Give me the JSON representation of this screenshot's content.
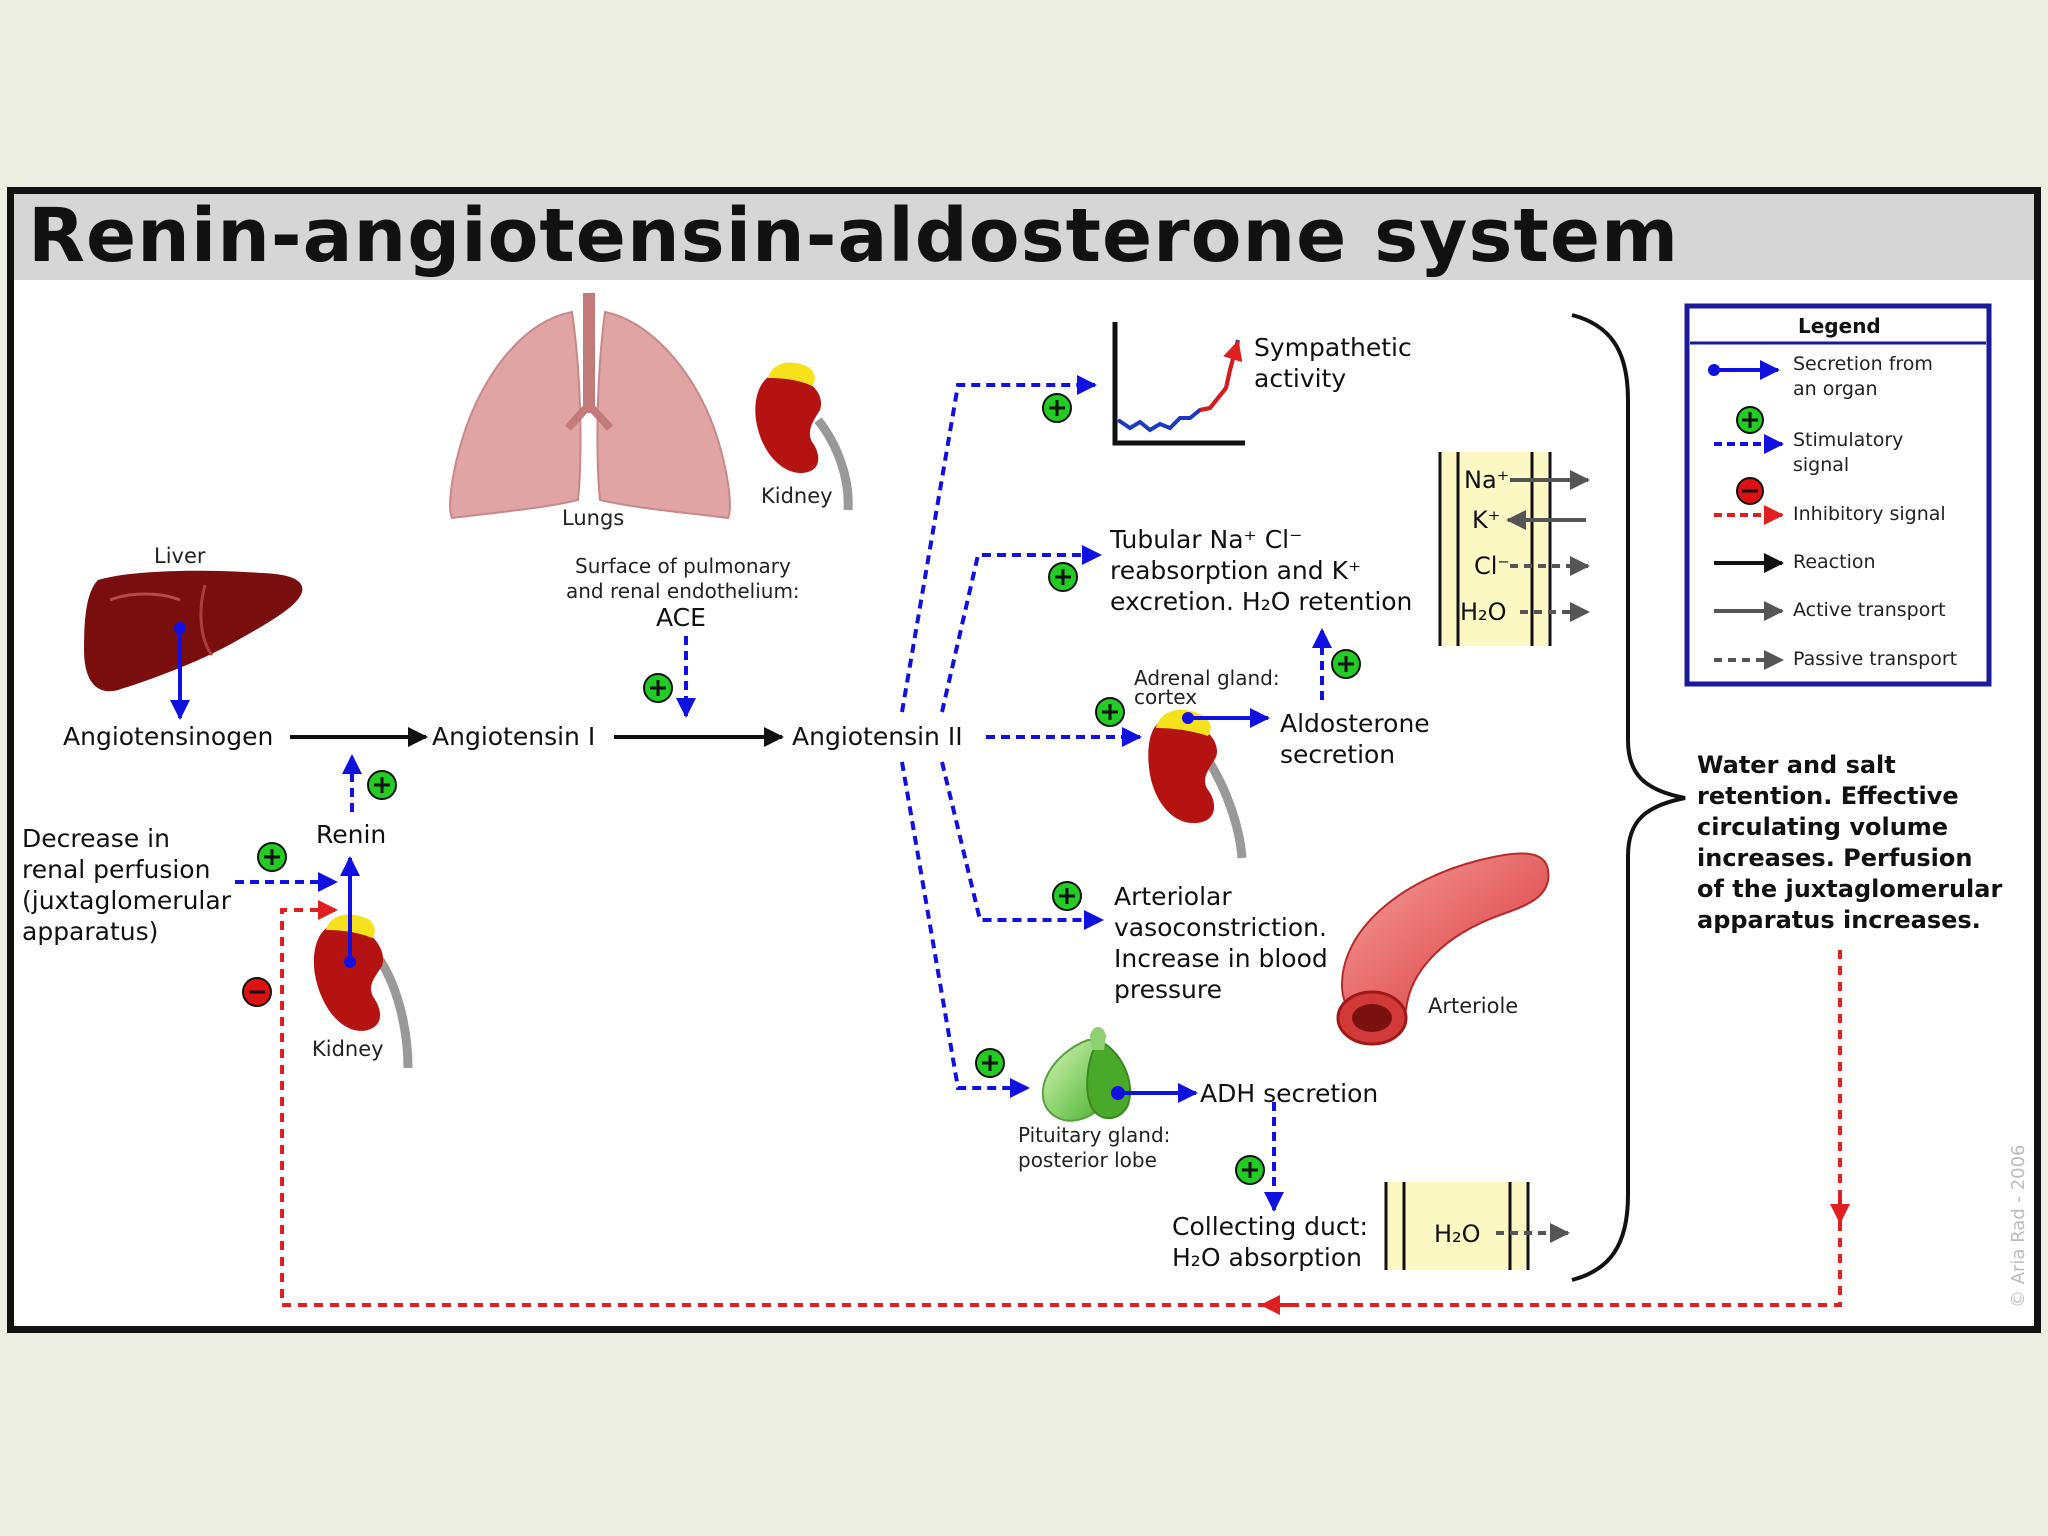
{
  "title": "Renin-angiotensin-aldosterone system",
  "organs": {
    "lungs": "Lungs",
    "kidney_top": "Kidney",
    "liver": "Liver",
    "kidney_bottom": "Kidney",
    "arteriole": "Arteriole"
  },
  "ace_source": {
    "line1": "Surface of pulmonary",
    "line2": "and renal endothelium:",
    "enzyme": "ACE"
  },
  "pathway": {
    "angiotensinogen": "Angiotensinogen",
    "angiotensin_1": "Angiotensin I",
    "angiotensin_2": "Angiotensin II",
    "renin": "Renin"
  },
  "trigger": {
    "line1": "Decrease in",
    "line2": "renal perfusion",
    "line3": "(juxtaglomerular",
    "line4": "apparatus)"
  },
  "effects": {
    "sympathetic": {
      "line1": "Sympathetic",
      "line2": "activity"
    },
    "tubular": {
      "line1": "Tubular Na⁺ Cl⁻",
      "line2": "reabsorption and K⁺",
      "line3": "excretion. H₂O retention"
    },
    "adrenal": {
      "line1": "Adrenal gland:",
      "line2": "cortex"
    },
    "aldosterone": {
      "line1": "Aldosterone",
      "line2": "secretion"
    },
    "arteriolar": {
      "line1": "Arteriolar",
      "line2": "vasoconstriction.",
      "line3": "Increase in blood",
      "line4": "pressure"
    },
    "pituitary": {
      "line1": "Pituitary gland:",
      "line2": "posterior lobe"
    },
    "adh": "ADH secretion",
    "collecting": {
      "line1": "Collecting duct:",
      "line2": "H₂O absorption"
    }
  },
  "ions": {
    "na": "Na⁺",
    "k": "K⁺",
    "cl": "Cl⁻",
    "h2o": "H₂O",
    "h2o_duct": "H₂O"
  },
  "outcome": {
    "line1": "Water and salt",
    "line2": "retention. Effective",
    "line3": "circulating volume",
    "line4": "increases. Perfusion",
    "line5": "of the juxtaglomerular",
    "line6": "apparatus increases."
  },
  "legend": {
    "title": "Legend",
    "secretion_1": "Secretion from",
    "secretion_2": "an organ",
    "stimulatory_1": "Stimulatory",
    "stimulatory_2": "signal",
    "inhibitory": "Inhibitory signal",
    "reaction": "Reaction",
    "active": "Active transport",
    "passive": "Passive transport"
  },
  "copyright": "© Aria Rad - 2006",
  "colors": {
    "secretion": "#1010e0",
    "stimulatory": "#1010e0",
    "inhibitory": "#e02020",
    "plus_fill": "#22cc22",
    "minus_fill": "#dd1111",
    "legend_border": "#1a1a9a",
    "kidney": "#b01010",
    "adrenal": "#f5e21c",
    "liver": "#7a0e0e",
    "lungs": "#e3a6a6",
    "tubule": "#fbf8c4"
  },
  "icons": [
    "lungs-icon",
    "kidney-icon",
    "liver-icon",
    "adrenal-kidney-icon",
    "arteriole-icon",
    "pituitary-icon",
    "graph-icon",
    "plus-icon",
    "minus-icon"
  ]
}
